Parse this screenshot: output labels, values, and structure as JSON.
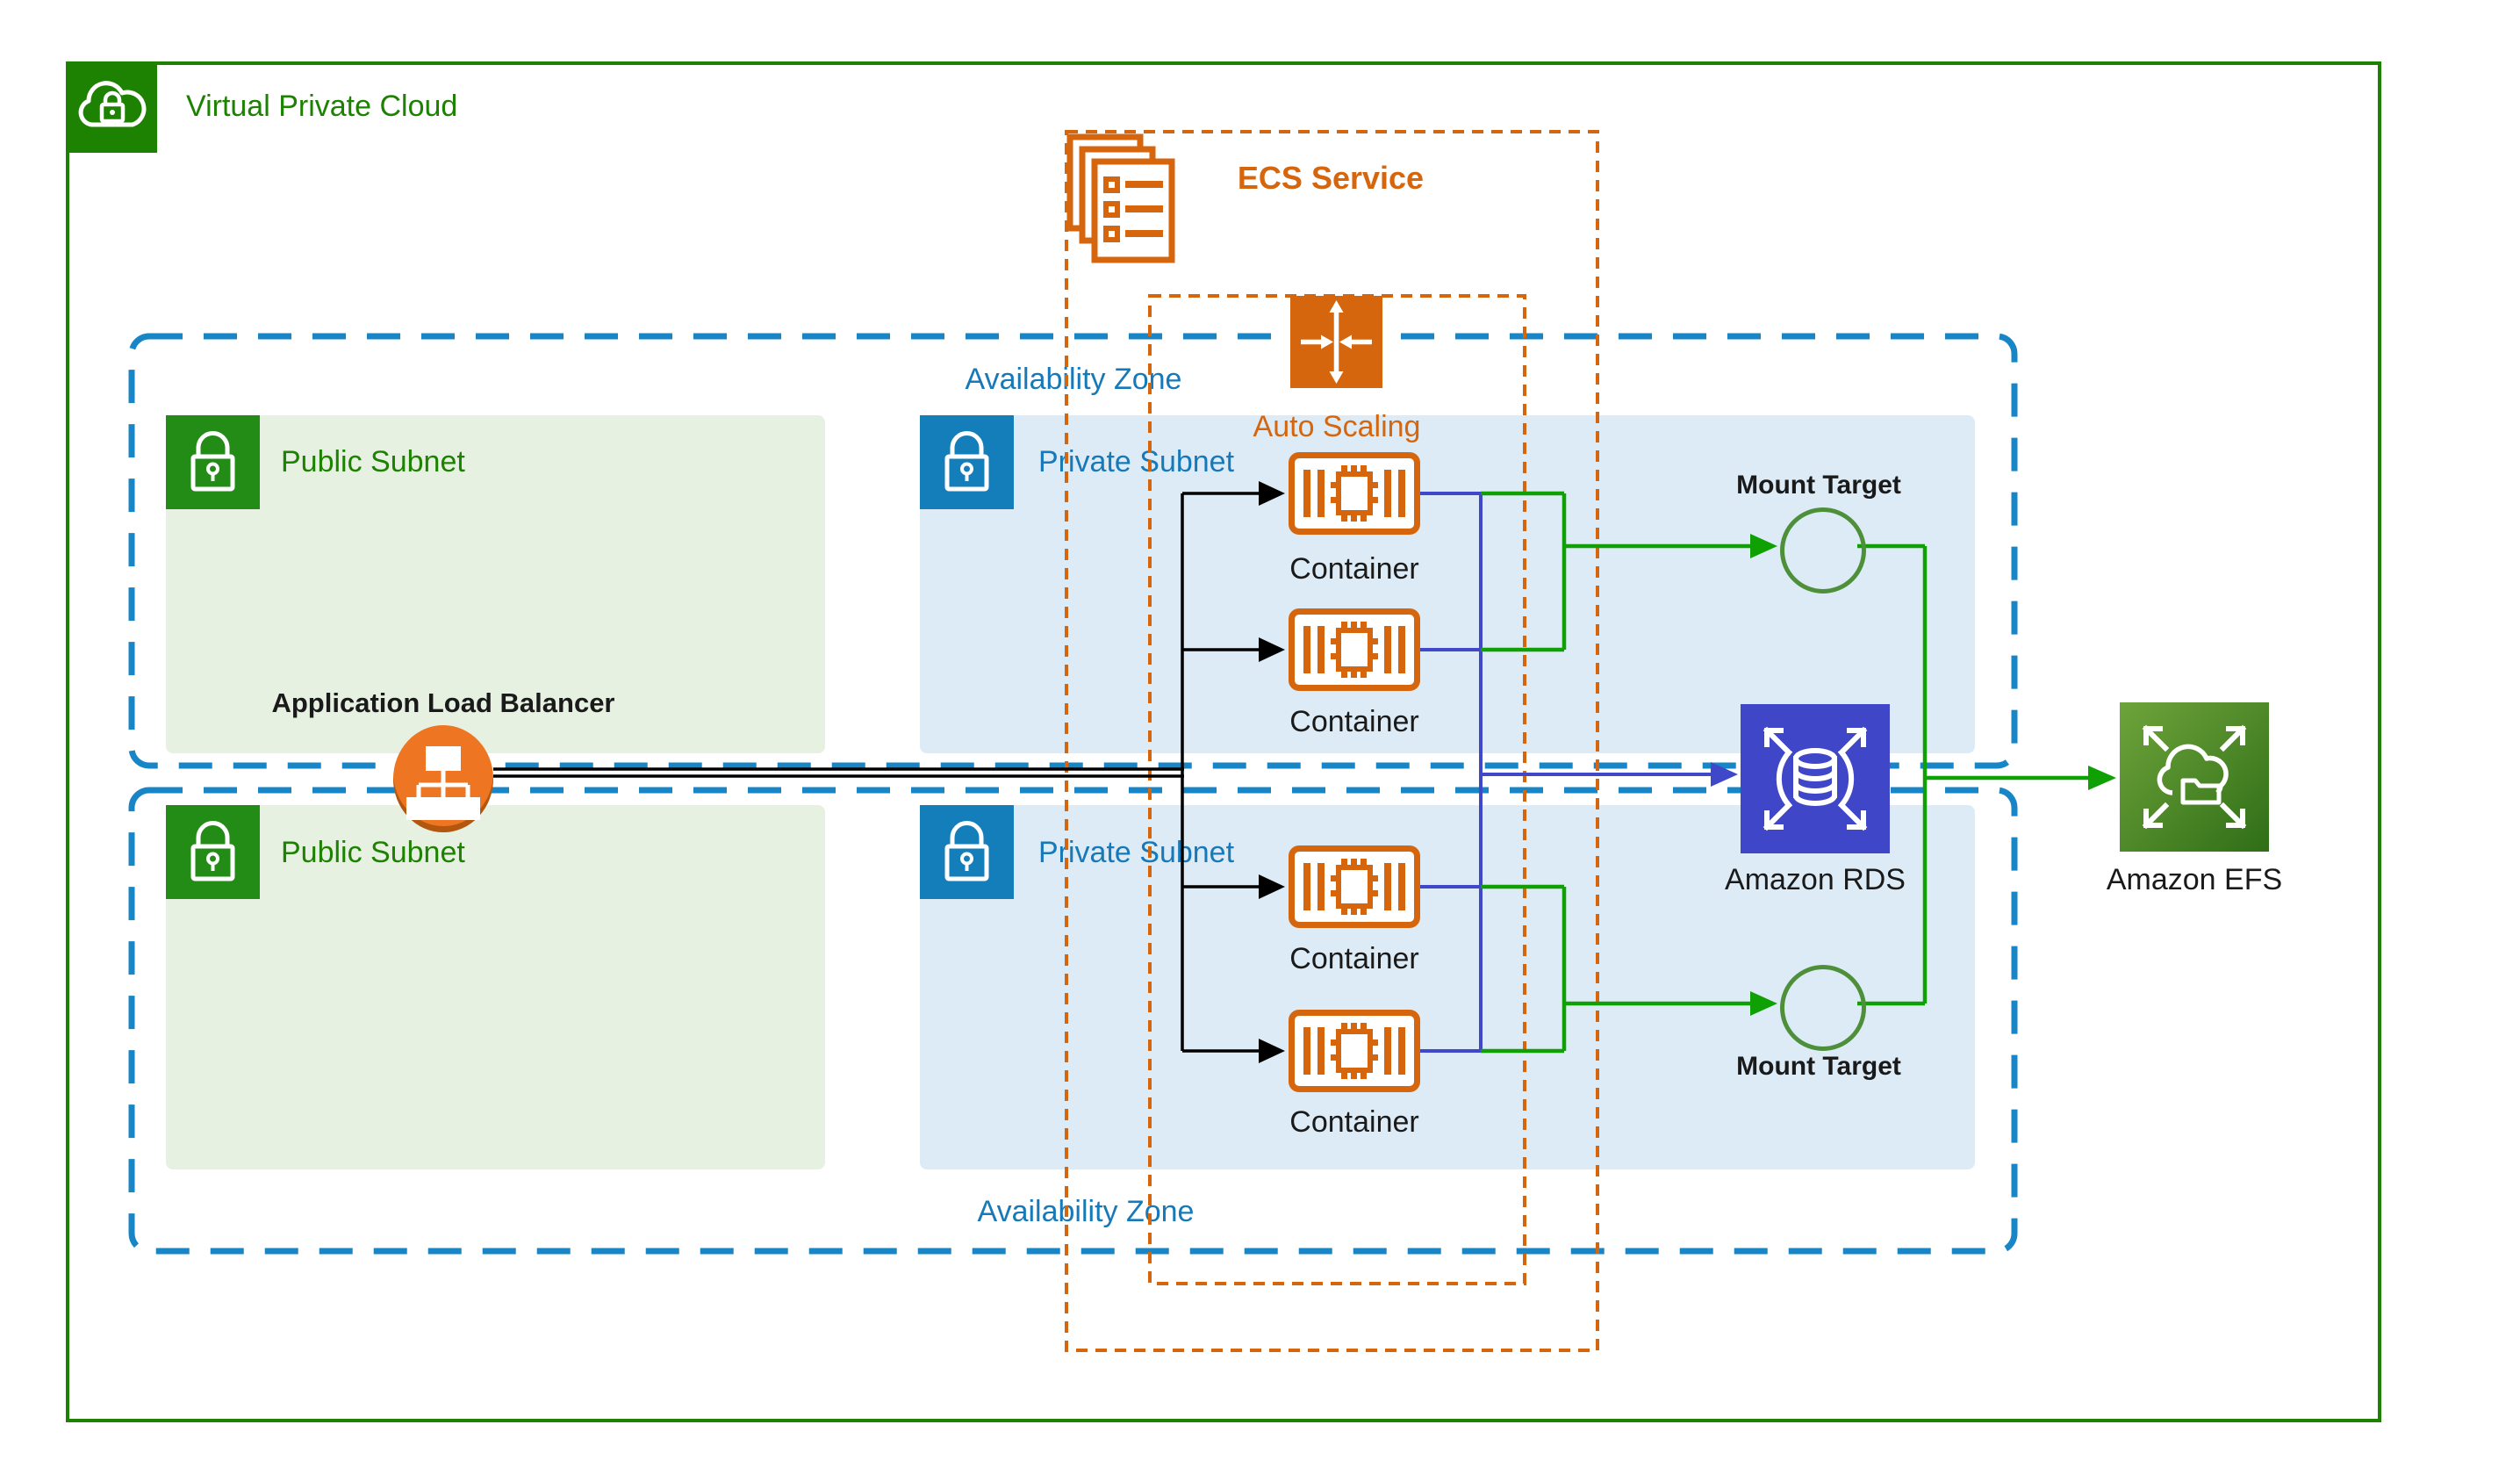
{
  "diagram": {
    "vpc": {
      "label": "Virtual Private Cloud"
    },
    "ecs_service": {
      "label": "ECS Service"
    },
    "auto_scaling": {
      "label": "Auto Scaling"
    },
    "availability_zones": {
      "top_label": "Availability Zone",
      "bottom_label": "Availability Zone"
    },
    "subnets": {
      "public_top": {
        "label": "Public Subnet"
      },
      "public_bottom": {
        "label": "Public Subnet"
      },
      "private_top": {
        "label": "Private Subnet"
      },
      "private_bottom": {
        "label": "Private Subnet"
      }
    },
    "load_balancer": {
      "label": "Application Load Balancer"
    },
    "containers": [
      {
        "label": "Container"
      },
      {
        "label": "Container"
      },
      {
        "label": "Container"
      },
      {
        "label": "Container"
      }
    ],
    "mount_targets": {
      "top_label": "Mount Target",
      "bottom_label": "Mount Target"
    },
    "rds": {
      "label": "Amazon RDS"
    },
    "efs": {
      "label": "Amazon EFS"
    },
    "icons": [
      "vpc-cloud-lock-icon",
      "subnet-lock-icon",
      "ecs-task-list-icon",
      "auto-scaling-arrows-icon",
      "container-chip-icon",
      "load-balancer-tree-icon",
      "mount-target-circle",
      "rds-database-icon",
      "efs-cloud-folder-icon"
    ],
    "colors": {
      "vpc_border_green": "#1d8102",
      "public_subnet_fill": "#e7f1e2",
      "private_subnet_fill": "#dcebf5",
      "subnet_green_icon": "#238c16",
      "subnet_blue_icon": "#147eba",
      "az_dash_blue": "#1886c6",
      "blue_text": "#1779b8",
      "orange": "#d6660d",
      "alb_fill": "#ee7522",
      "connector_black": "#000000",
      "connector_blue": "#3f48c8",
      "connector_green": "#0fa004",
      "mount_target_stroke": "#4e8f3a",
      "rds_fill": "#4046c8",
      "efs_gradient_start": "#6fa43b",
      "efs_gradient_end": "#2f6e17",
      "dark_text": "#1a1a1a"
    }
  }
}
